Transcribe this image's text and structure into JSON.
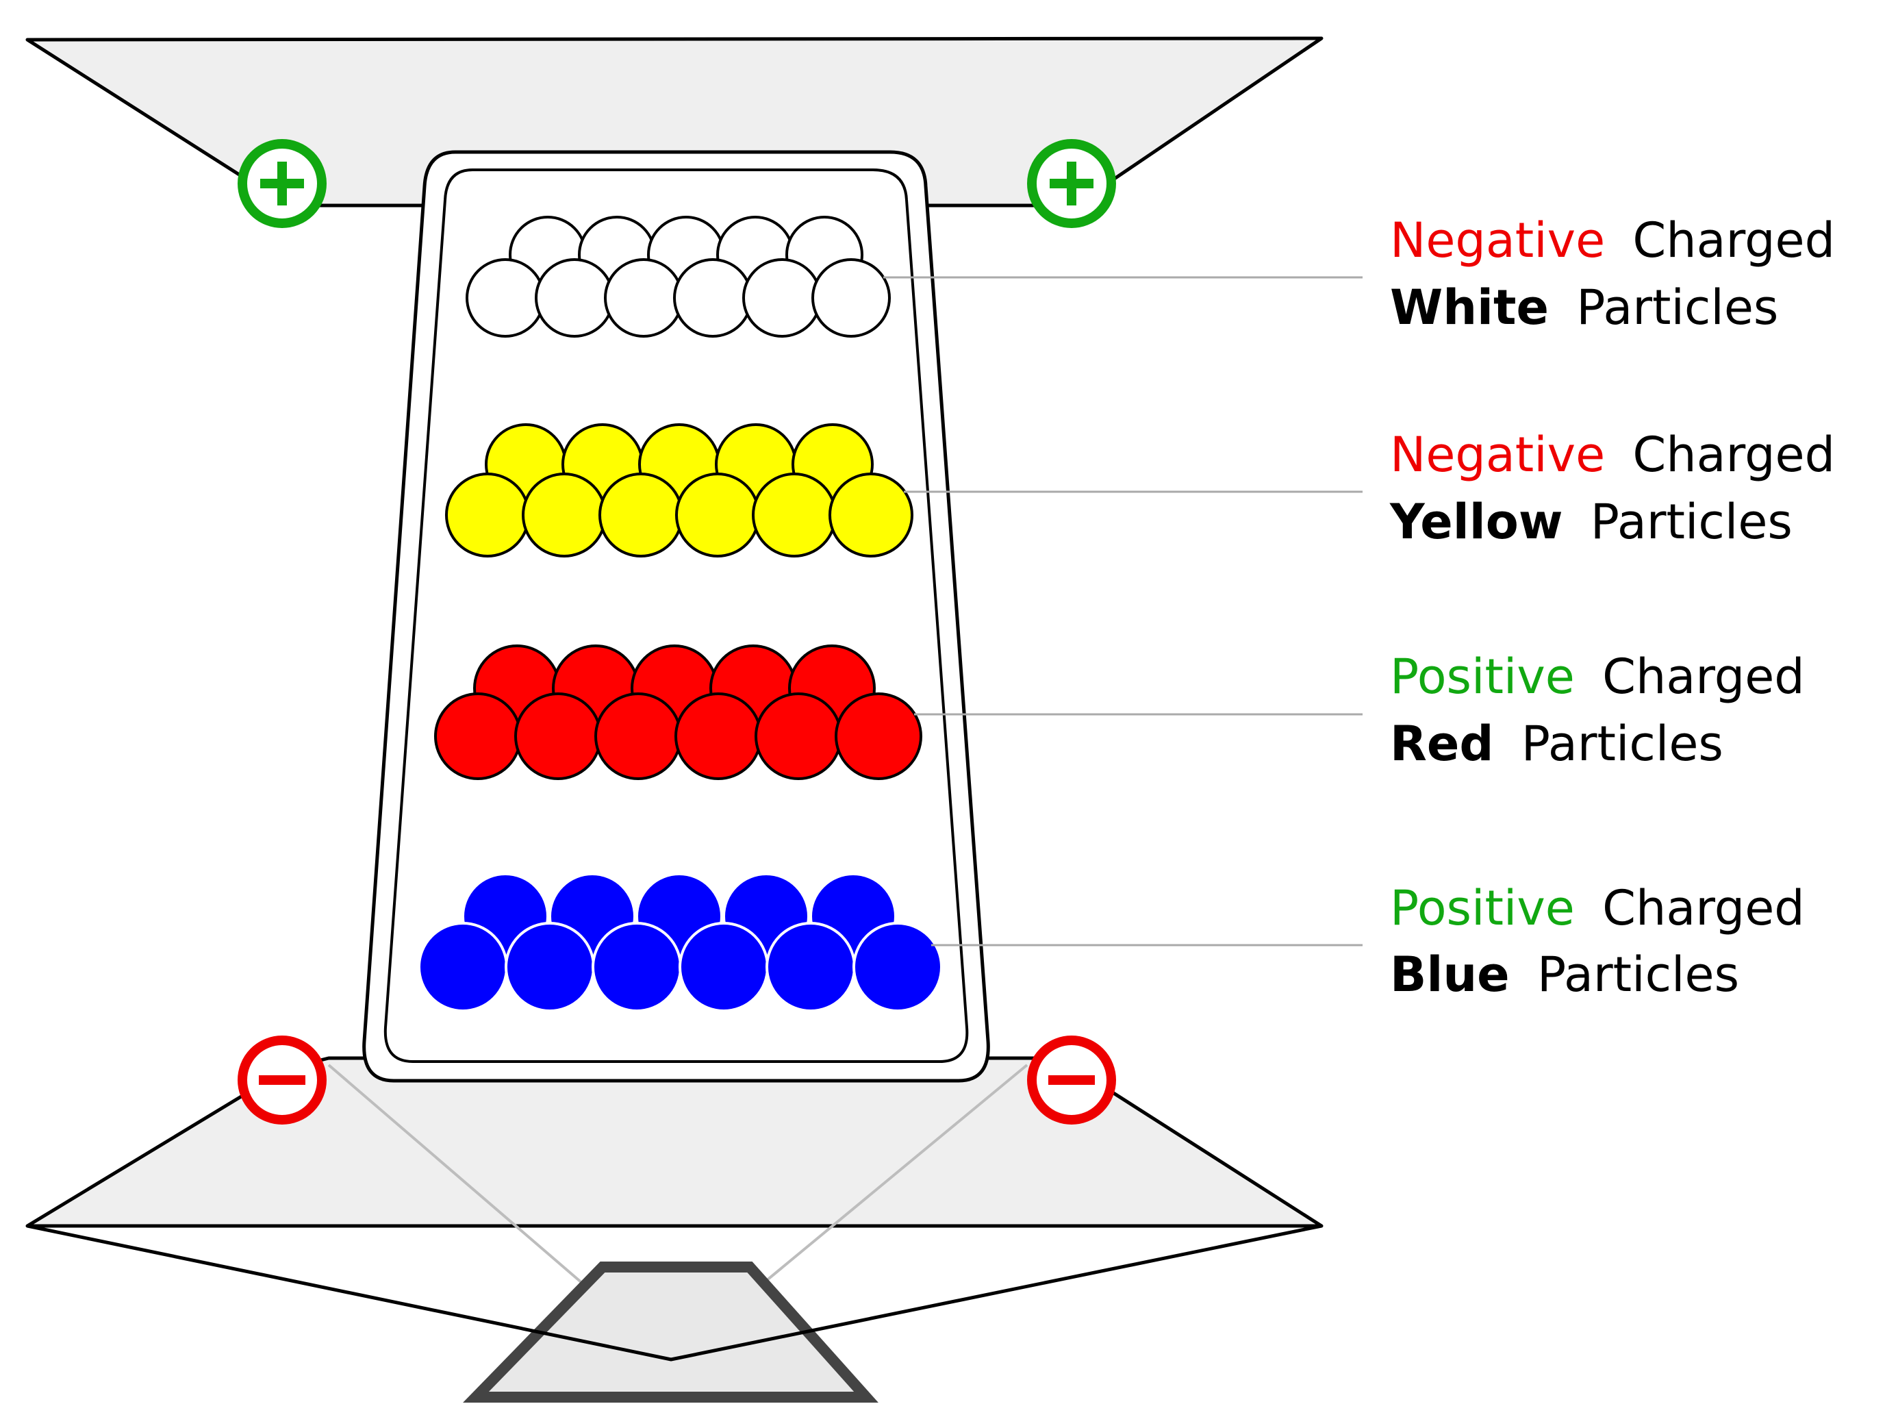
{
  "colors": {
    "negative": "#ee0000",
    "positive": "#11a811",
    "white_particle": "#ffffff",
    "yellow_particle": "#ffff00",
    "red_particle": "#ff0000",
    "blue_particle": "#0000ff",
    "panel_fill": "#efefef",
    "outline": "#000000",
    "leader_line": "#aaaaaa"
  },
  "electrodes": {
    "top": {
      "symbol": "+",
      "color_key": "positive",
      "icon": "plus-circle-icon"
    },
    "bottom": {
      "symbol": "−",
      "color_key": "negative",
      "icon": "minus-circle-icon"
    }
  },
  "legend": [
    {
      "charge": "Negative",
      "charge_color": "negative",
      "charged": "Charged",
      "color_name": "White",
      "particles": "Particles",
      "fill_key": "white_particle",
      "stroke": "#000000"
    },
    {
      "charge": "Negative",
      "charge_color": "negative",
      "charged": "Charged",
      "color_name": "Yellow",
      "particles": "Particles",
      "fill_key": "yellow_particle",
      "stroke": "#000000"
    },
    {
      "charge": "Positive",
      "charge_color": "positive",
      "charged": "Charged",
      "color_name": "Red",
      "particles": "Particles",
      "fill_key": "red_particle",
      "stroke": "#000000"
    },
    {
      "charge": "Positive",
      "charge_color": "positive",
      "charged": "Charged",
      "color_name": "Blue",
      "particles": "Particles",
      "fill_key": "blue_particle",
      "stroke": "#ffffff"
    }
  ]
}
